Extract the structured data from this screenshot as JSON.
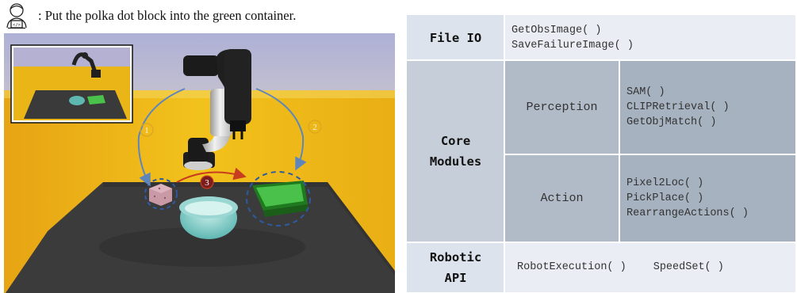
{
  "instruction": {
    "text": ": Put the polka dot block into the green container."
  },
  "scene": {
    "step_markers": [
      "1",
      "2",
      "3"
    ]
  },
  "table": {
    "rows": [
      {
        "category": "File IO",
        "functions": [
          "GetObsImage( )",
          "SaveFailureImage( )"
        ]
      },
      {
        "category_lines": [
          "Core",
          "Modules"
        ],
        "subgroups": [
          {
            "name": "Perception",
            "functions": [
              "SAM( )",
              "CLIPRetrieval( )",
              "GetObjMatch( )"
            ]
          },
          {
            "name": "Action",
            "functions": [
              "Pixel2Loc( )",
              "PickPlace( )",
              "RearrangeActions( )"
            ]
          }
        ]
      },
      {
        "category_lines": [
          "Robotic",
          "API"
        ],
        "functions_inline": [
          "RobotExecution( )",
          "SpeedSet( )"
        ]
      }
    ]
  },
  "colors": {
    "header_cell": "#dde3ec",
    "file_io_funcs": "#eaeef4",
    "core_category": "#c6ced9",
    "core_sub": "#b1bbc8",
    "core_funcs": "#a7b2c0",
    "robotic_category": "#dde3ec",
    "robotic_funcs": "#eaeef4",
    "wall": "#e6ae14",
    "sky": "#b3b1d3",
    "table_top": "#3a3a3a",
    "arc_blue": "#5f86bb",
    "arc_red": "#c83c20",
    "marker_gold": "#d9a520"
  },
  "icons": {
    "user": "person-with-code-laptop-icon"
  }
}
